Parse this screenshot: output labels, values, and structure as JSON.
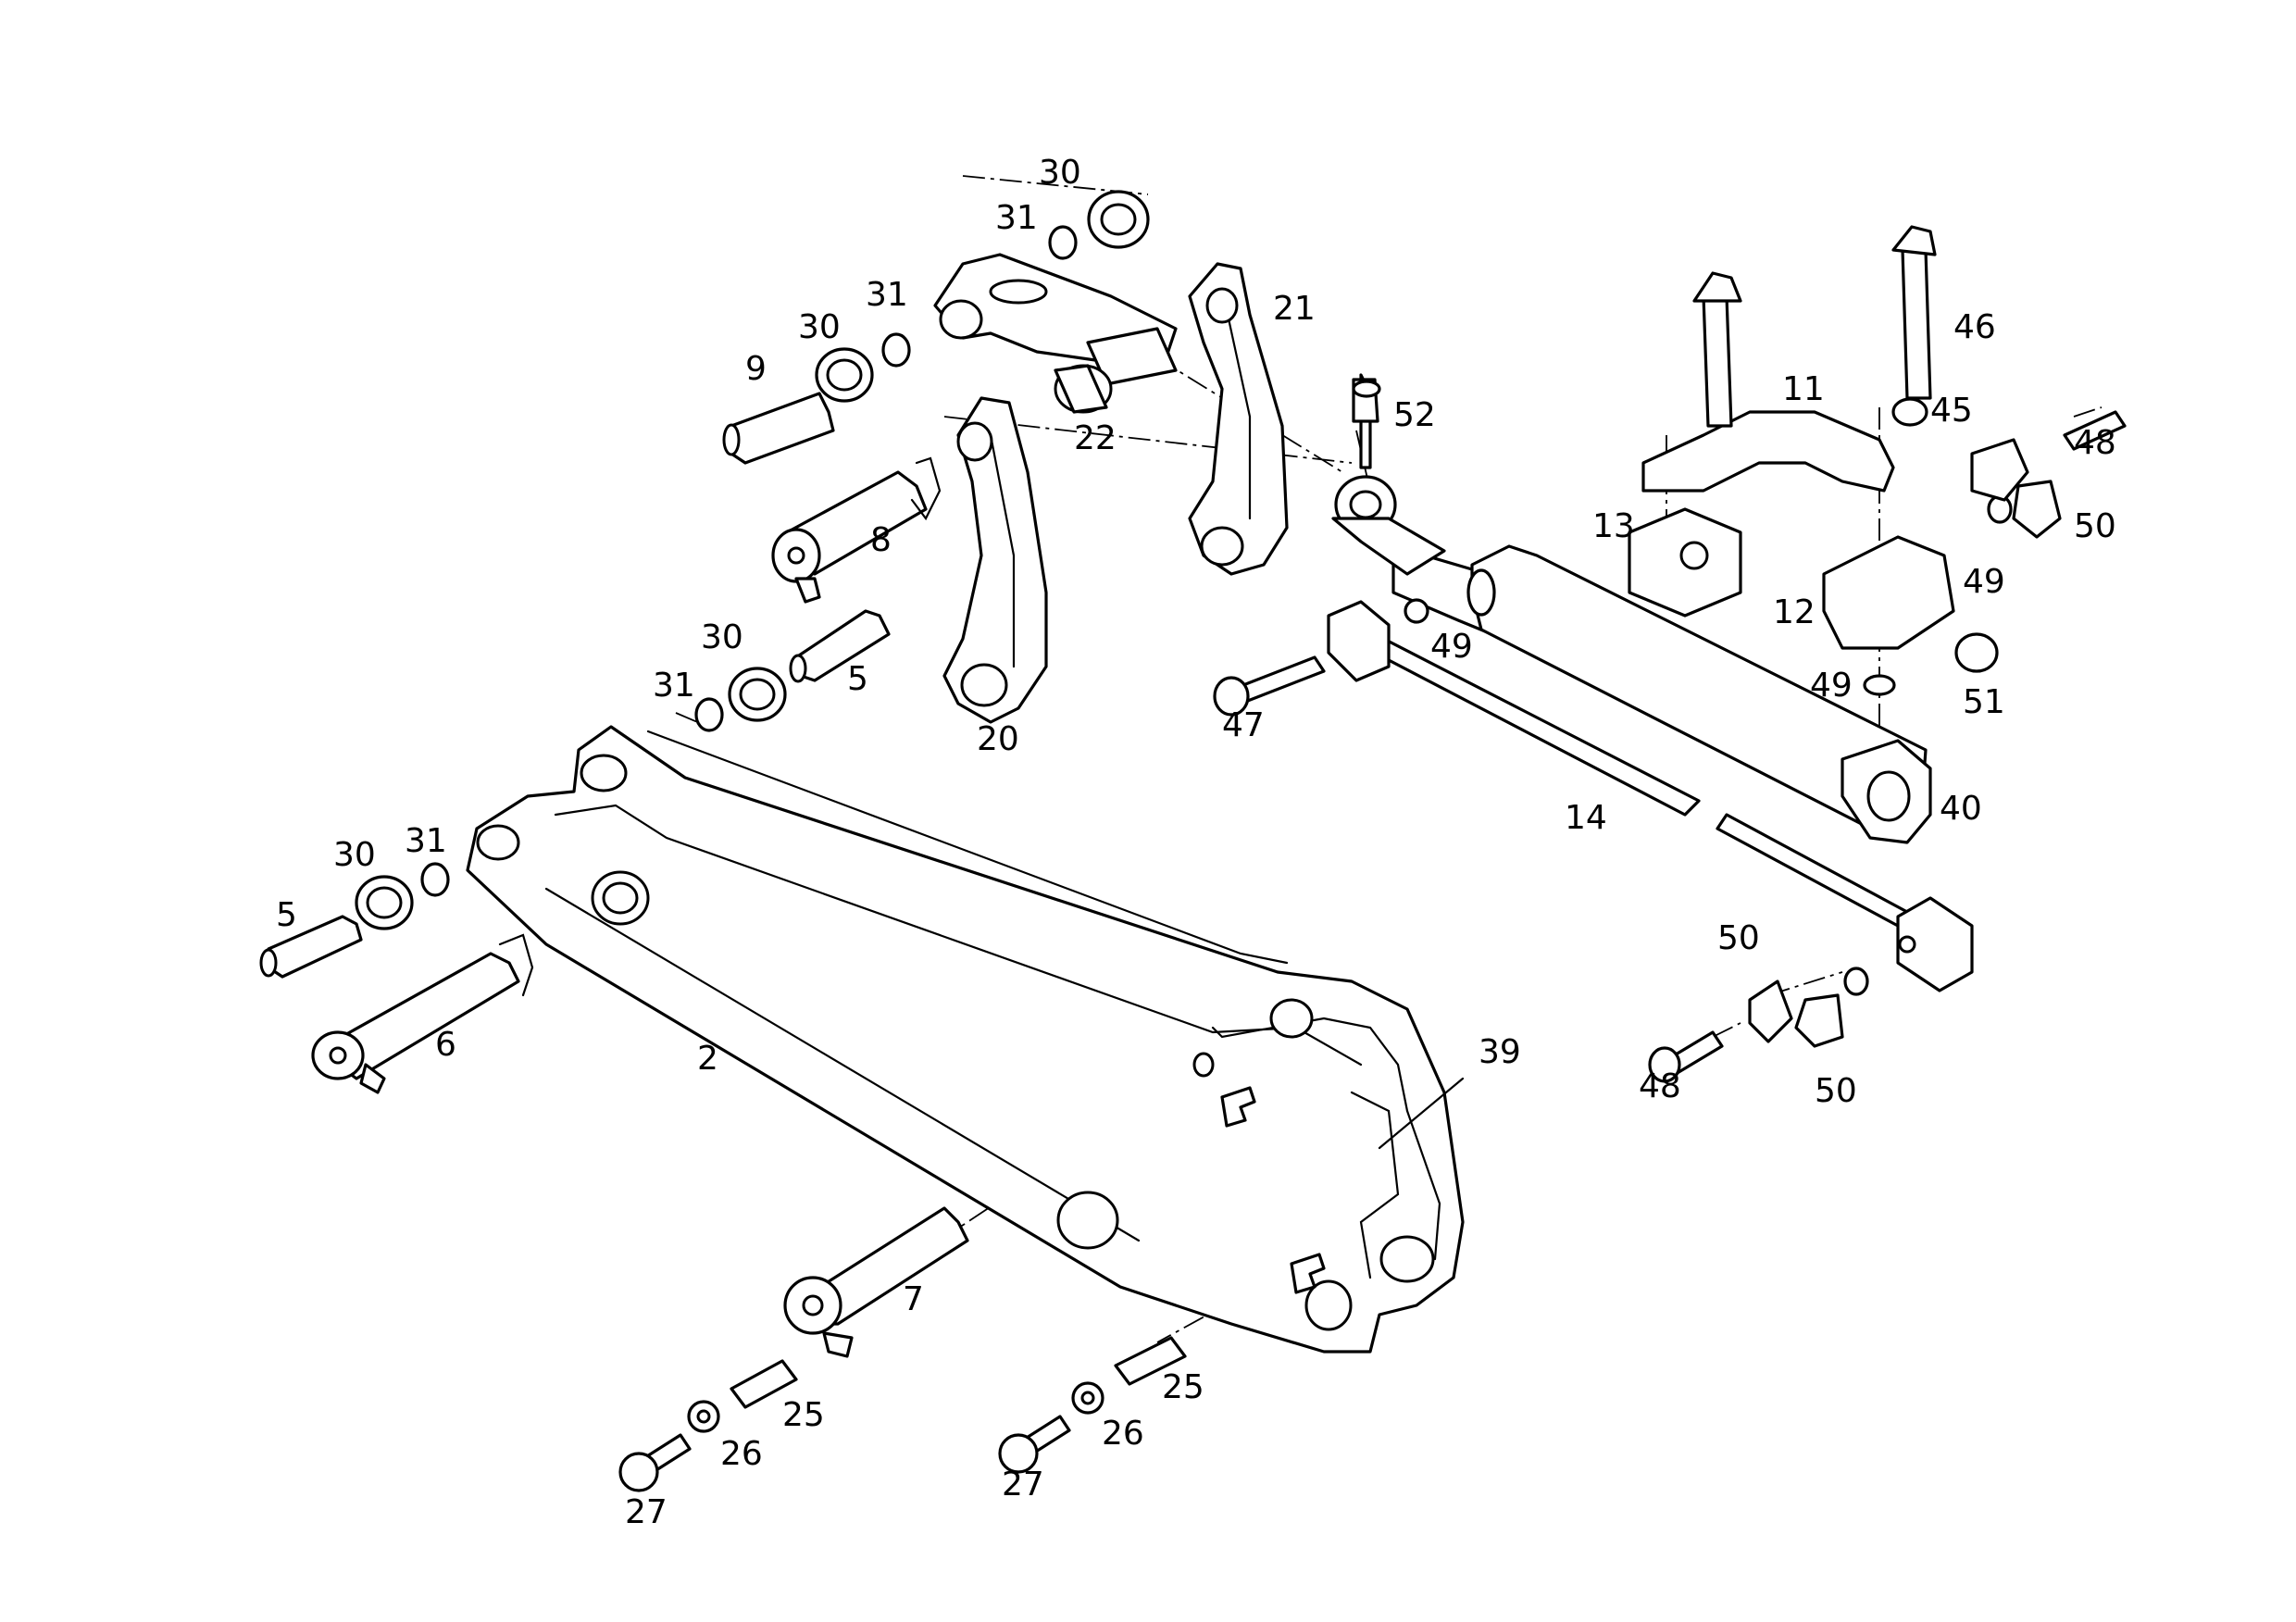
{
  "labels": {
    "l30a": "30",
    "l31a": "31",
    "l21": "21",
    "l30b": "30",
    "l31b": "31",
    "l9": "9",
    "l22": "22",
    "l8": "8",
    "l52": "52",
    "l46": "46",
    "l11": "11",
    "l45": "45",
    "l48a": "48",
    "l13": "13",
    "l50a": "50",
    "l49a": "49",
    "l12": "12",
    "l49b": "49",
    "l49c": "49",
    "l51": "51",
    "l30c": "30",
    "l5a": "5",
    "l31c": "31",
    "l47": "47",
    "l20": "20",
    "l40": "40",
    "l14": "14",
    "l30d": "30",
    "l31d": "31",
    "l5b": "5",
    "l6": "6",
    "l2": "2",
    "l39": "39",
    "l50b": "50",
    "l48b": "48",
    "l50c": "50",
    "l7": "7",
    "l25a": "25",
    "l26a": "26",
    "l27a": "27",
    "l25b": "25",
    "l26b": "26",
    "l27b": "27"
  }
}
